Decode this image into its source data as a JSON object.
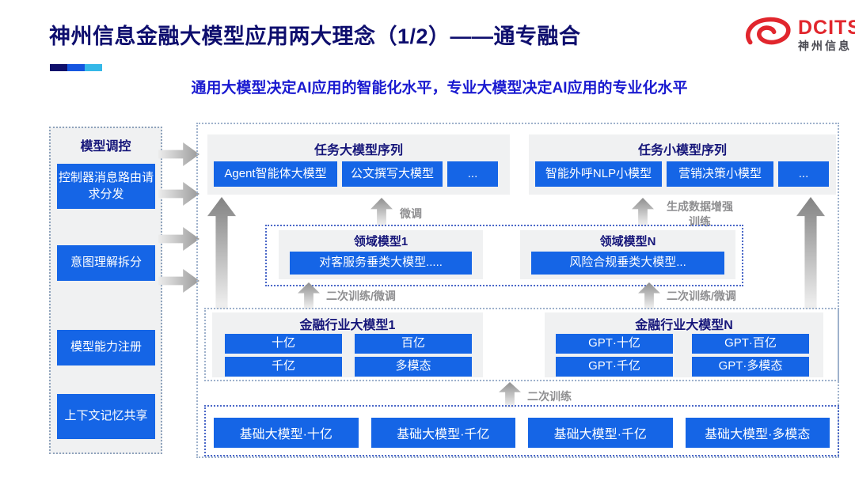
{
  "header": {
    "title": "神州信息金融大模型应用两大理念（1/2）——通专融合",
    "subtitle": "通用大模型决定AI应用的智能化水平，专业大模型决定AI应用的专业化水平",
    "logo": {
      "name": "DCITS",
      "cn": "神州信息"
    }
  },
  "sidebar": {
    "title": "模型调控",
    "items": [
      "控制器消息路由请求分发",
      "意图理解拆分",
      "模型能力注册",
      "上下文记忆共享"
    ]
  },
  "diagram": {
    "task_large": {
      "title": "任务大模型序列",
      "items": [
        "Agent智能体大模型",
        "公文撰写大模型",
        "..."
      ]
    },
    "task_small": {
      "title": "任务小模型序列",
      "items": [
        "智能外呼NLP小模型",
        "营销决策小模型",
        "..."
      ]
    },
    "domain_panel": {
      "left": {
        "title": "领域模型1",
        "item": "对客服务垂类大模型....."
      },
      "right": {
        "title": "领域模型N",
        "item": "风险合规垂类大模型..."
      }
    },
    "industry_panel": {
      "left": {
        "title": "金融行业大模型1",
        "items": [
          "十亿",
          "百亿",
          "千亿",
          "多模态"
        ]
      },
      "right": {
        "title": "金融行业大模型N",
        "items": [
          "GPT·十亿",
          "GPT·百亿",
          "GPT·千亿",
          "GPT·多模态"
        ]
      }
    },
    "base_models": [
      "基础大模型·十亿",
      "基础大模型·千亿",
      "基础大模型·千亿",
      "基础大模型·多模态"
    ],
    "arrow_labels": {
      "fine_tune": "微调",
      "gen_data": "生成数据增强训练",
      "second_train_ft_left": "二次训练/微调",
      "second_train_ft_right": "二次训练/微调",
      "second_train": "二次训练"
    }
  },
  "colors": {
    "accent_blue": "#1565E6",
    "navy": "#0E0E6E",
    "logo_red": "#E1262D"
  }
}
